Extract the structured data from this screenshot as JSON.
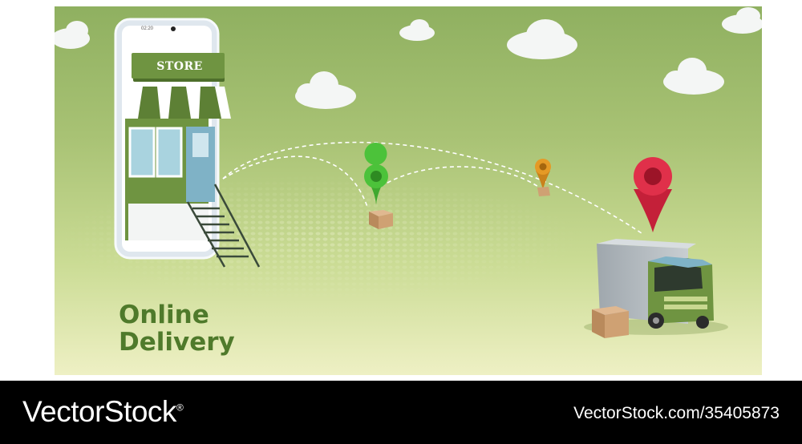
{
  "scene": {
    "store_sign": "STORE",
    "phone_time": "02:20",
    "headline_line1": "Online",
    "headline_line2": "Delivery",
    "colors": {
      "background_top": "#8fb060",
      "background_bottom": "#eef0c4",
      "headline": "#4f7a2b",
      "pin_green": "#4cc23a",
      "pin_orange": "#e59a26",
      "pin_red": "#e0304a"
    }
  },
  "footer": {
    "brand": "VectorStock",
    "registered_mark": "®",
    "image_id": "VectorStock.com/35405873"
  }
}
